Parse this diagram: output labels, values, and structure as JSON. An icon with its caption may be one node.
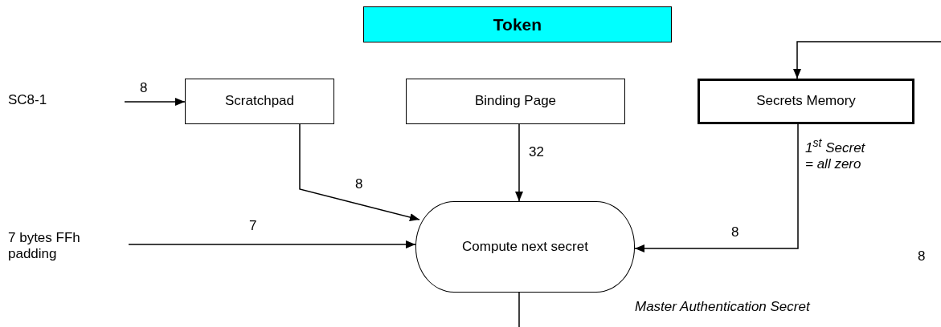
{
  "diagram": {
    "nodes": [
      {
        "text": [
          "Token"
        ]
      },
      {
        "text": [
          "Scratchpad"
        ]
      },
      {
        "text": [
          "Binding Page"
        ]
      },
      {
        "text": [
          "Secrets Memory"
        ]
      },
      {
        "text": [
          "7 bytes FFh padding"
        ]
      },
      {
        "text": [
          "Compute next secret"
        ]
      }
    ],
    "edges": [
      {
        "from": null,
        "to": 1,
        "arrow": "to",
        "label": "8"
      },
      {
        "from": 1,
        "to": 5,
        "arrow": "to",
        "label": "8"
      },
      {
        "from": 2,
        "to": 5,
        "arrow": "to",
        "label": "32"
      },
      {
        "from": 4,
        "to": 5,
        "arrow": "to",
        "label": "7"
      },
      {
        "from": 3,
        "to": 5,
        "arrow": "to",
        "label": "8"
      },
      {
        "from": null,
        "to": 3,
        "arrow": "to"
      },
      {
        "from": 5,
        "to": null,
        "arrow": "none"
      }
    ],
    "labels": [
      "SC8-1",
      "1$^{st}$ Secret = all zero",
      "8",
      "Master Authentication Secret"
    ]
  }
}
